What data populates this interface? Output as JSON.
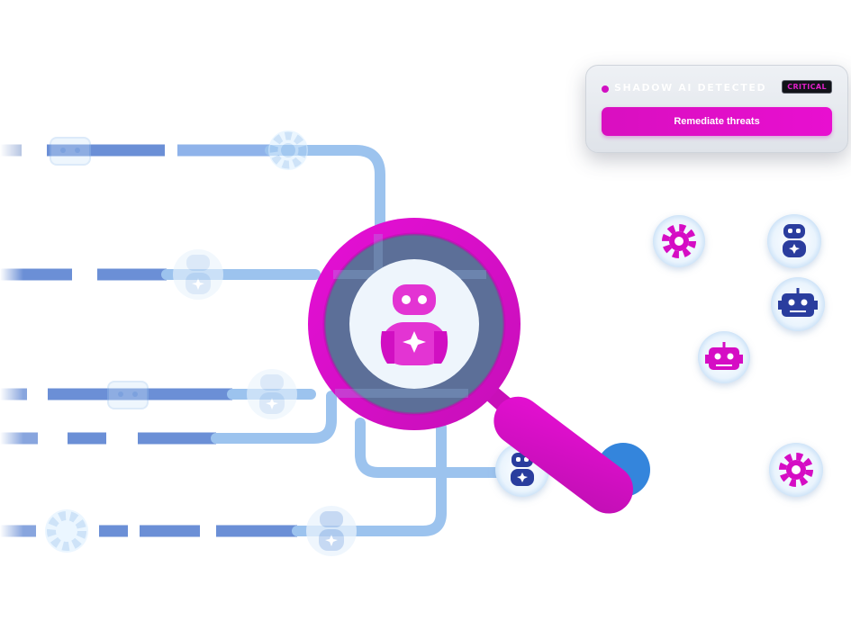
{
  "alert": {
    "title": "SHADOW AI DETECTED",
    "severity": "CRITICAL",
    "action_label": "Remediate threats"
  },
  "colors": {
    "magenta": "#d60fc6",
    "navy": "#2a3d9c",
    "pipe": "#9fc4ef",
    "dash": "#5d7ed0"
  },
  "icons": {
    "center": "robot-icon",
    "magnifier": "magnifying-glass-icon",
    "nodes": [
      "gear-icon",
      "robot-icon",
      "bot-head-icon"
    ]
  }
}
